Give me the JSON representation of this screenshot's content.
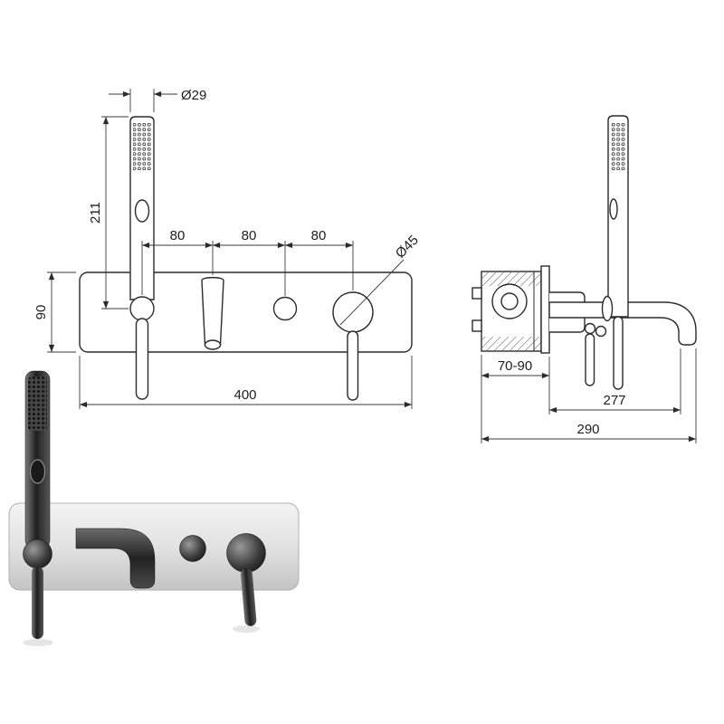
{
  "figure": {
    "type": "technical-drawing",
    "subject": "wall-mounted bath mixer with hand shower",
    "views": {
      "front": {
        "dims": {
          "hand_shower_diameter": "Ø29",
          "hand_shower_height": "211",
          "spacing_left": "80",
          "spacing_middle": "80",
          "spacing_right": "80",
          "knob_diameter": "Ø45",
          "plate_height": "90",
          "plate_width": "400"
        }
      },
      "side": {
        "dims": {
          "in_wall_depth": "70-90",
          "spout_reach": "277",
          "overall_reach": "290"
        }
      }
    },
    "colors": {
      "line": "#2b2b2b",
      "dim_line": "#3a3a3a",
      "background": "#ffffff"
    }
  }
}
